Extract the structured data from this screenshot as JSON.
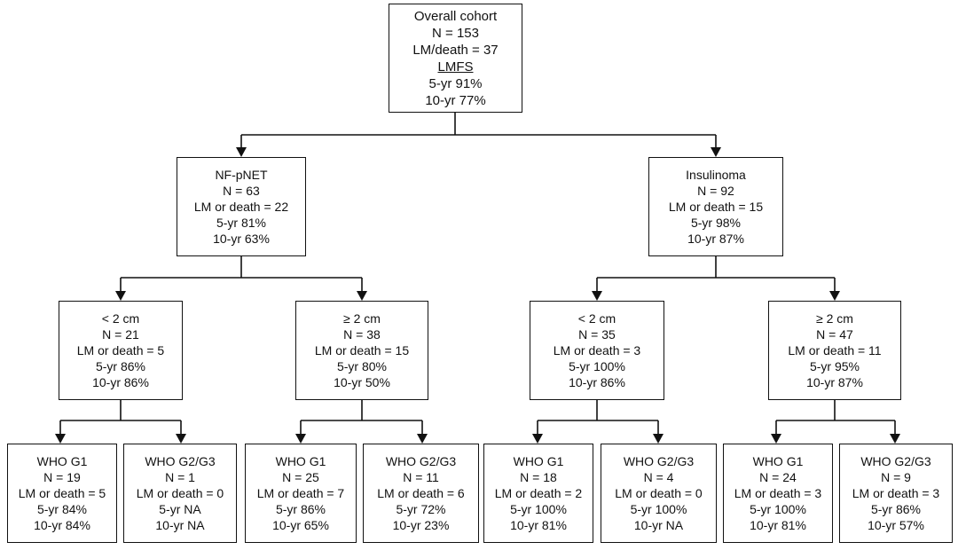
{
  "root": {
    "title": "Overall cohort",
    "n": "N = 153",
    "events": "LM/death = 37",
    "metric": "LMFS",
    "yr5": "5-yr 91%",
    "yr10": "10-yr 77%"
  },
  "level1": [
    {
      "title": "NF-pNET",
      "n": "N = 63",
      "events": "LM or death = 22",
      "yr5": "5-yr 81%",
      "yr10": "10-yr 63%"
    },
    {
      "title": "Insulinoma",
      "n": "N = 92",
      "events": "LM or death = 15",
      "yr5": "5-yr 98%",
      "yr10": "10-yr 87%"
    }
  ],
  "level2": [
    {
      "title": "< 2 cm",
      "n": "N = 21",
      "events": "LM or death = 5",
      "yr5": "5-yr 86%",
      "yr10": "10-yr 86%"
    },
    {
      "title": "≥ 2 cm",
      "n": "N = 38",
      "events": "LM or death = 15",
      "yr5": "5-yr 80%",
      "yr10": "10-yr 50%"
    },
    {
      "title": "< 2 cm",
      "n": "N = 35",
      "events": "LM or death = 3",
      "yr5": "5-yr 100%",
      "yr10": "10-yr 86%"
    },
    {
      "title": "≥ 2 cm",
      "n": "N = 47",
      "events": "LM or death = 11",
      "yr5": "5-yr 95%",
      "yr10": "10-yr 87%"
    }
  ],
  "level3": [
    {
      "title": "WHO G1",
      "n": "N = 19",
      "events": "LM or death = 5",
      "yr5": "5-yr 84%",
      "yr10": "10-yr 84%"
    },
    {
      "title": "WHO G2/G3",
      "n": "N = 1",
      "events": "LM or death = 0",
      "yr5": "5-yr NA",
      "yr10": "10-yr NA"
    },
    {
      "title": "WHO G1",
      "n": "N = 25",
      "events": "LM or death = 7",
      "yr5": "5-yr 86%",
      "yr10": "10-yr 65%"
    },
    {
      "title": "WHO G2/G3",
      "n": "N = 11",
      "events": "LM or death = 6",
      "yr5": "5-yr 72%",
      "yr10": "10-yr 23%"
    },
    {
      "title": "WHO G1",
      "n": "N = 18",
      "events": "LM or death = 2",
      "yr5": "5-yr 100%",
      "yr10": "10-yr 81%"
    },
    {
      "title": "WHO G2/G3",
      "n": "N = 4",
      "events": "LM or death = 0",
      "yr5": "5-yr 100%",
      "yr10": "10-yr NA"
    },
    {
      "title": "WHO G1",
      "n": "N = 24",
      "events": "LM or death = 3",
      "yr5": "5-yr 100%",
      "yr10": "10-yr 81%"
    },
    {
      "title": "WHO G2/G3",
      "n": "N = 9",
      "events": "LM or death = 3",
      "yr5": "5-yr 86%",
      "yr10": "10-yr 57%"
    }
  ]
}
